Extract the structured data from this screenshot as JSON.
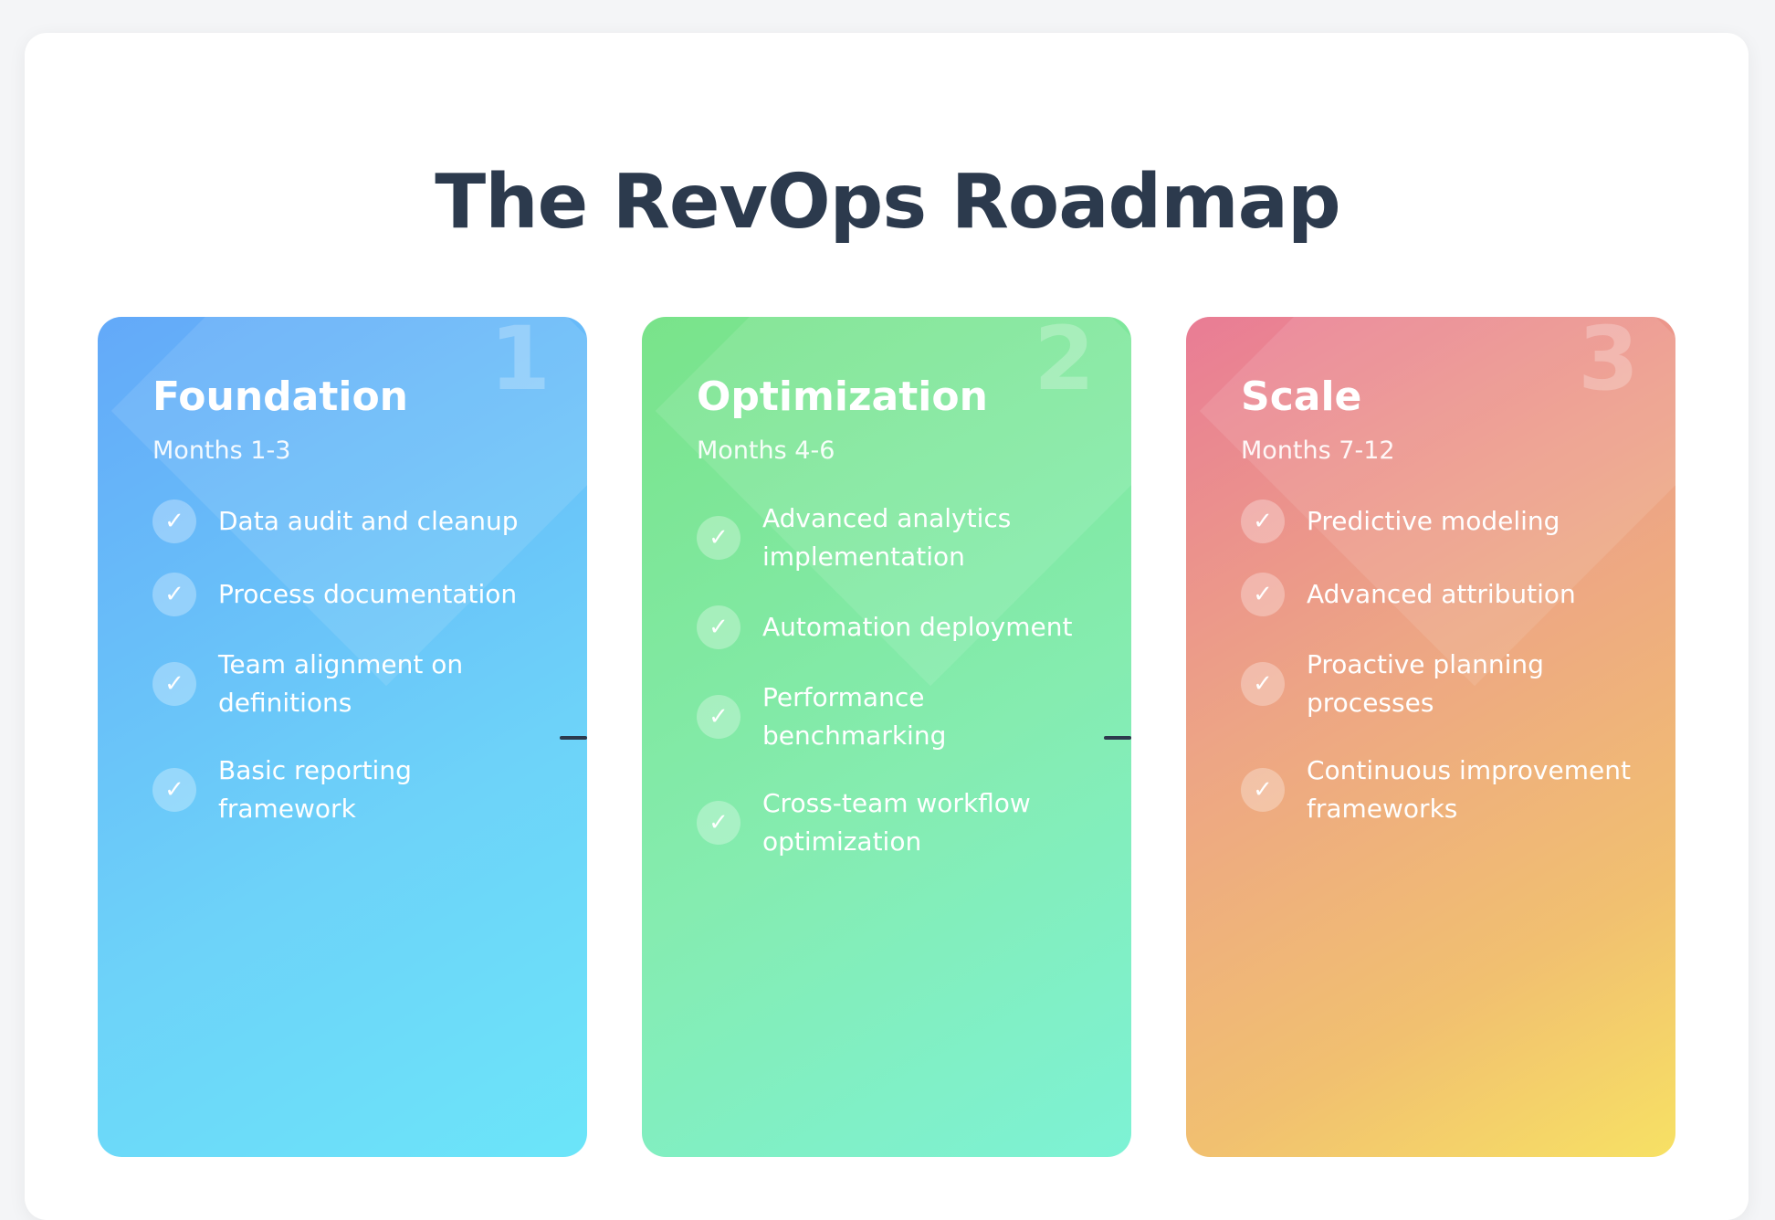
{
  "page": {
    "title": "The RevOps Roadmap"
  },
  "phases": [
    {
      "number": "1",
      "title": "Foundation",
      "period": "Months 1-3",
      "items": [
        "Data audit and cleanup",
        "Process documentation",
        "Team alignment on definitions",
        "Basic reporting framework"
      ]
    },
    {
      "number": "2",
      "title": "Optimization",
      "period": "Months 4-6",
      "items": [
        "Advanced analytics implementation",
        "Automation deployment",
        "Performance benchmarking",
        "Cross-team workflow optimization"
      ]
    },
    {
      "number": "3",
      "title": "Scale",
      "period": "Months 7-12",
      "items": [
        "Predictive modeling",
        "Advanced attribution",
        "Proactive planning processes",
        "Continuous improvement frameworks"
      ]
    }
  ],
  "check_glyph": "✓",
  "colors": {
    "title": "#2c3a4d",
    "foundation_start": "#63a9f9",
    "foundation_end": "#6be5f9",
    "optimization_start": "#79e38a",
    "optimization_end": "#7df2d5",
    "scale_start": "#e97c95",
    "scale_end": "#f7e164"
  },
  "icons": {
    "check": "check-icon"
  }
}
